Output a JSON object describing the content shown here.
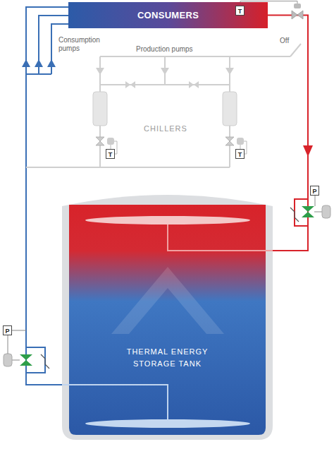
{
  "diagram": {
    "nodes": [
      {
        "text": [
          "CONSUMERS"
        ]
      },
      {
        "text": [
          "THERMAL ENERGY STORAGE TANK"
        ]
      }
    ],
    "edges": [
      {
        "from": 0,
        "to": 1,
        "arrow": "to"
      },
      {
        "from": 1,
        "to": 0,
        "arrow": "none"
      }
    ],
    "labels": [
      "T",
      "Consumption pumps",
      "Production pumps",
      "Off",
      "CHILLERS",
      "T",
      "T",
      "P",
      "P"
    ]
  }
}
